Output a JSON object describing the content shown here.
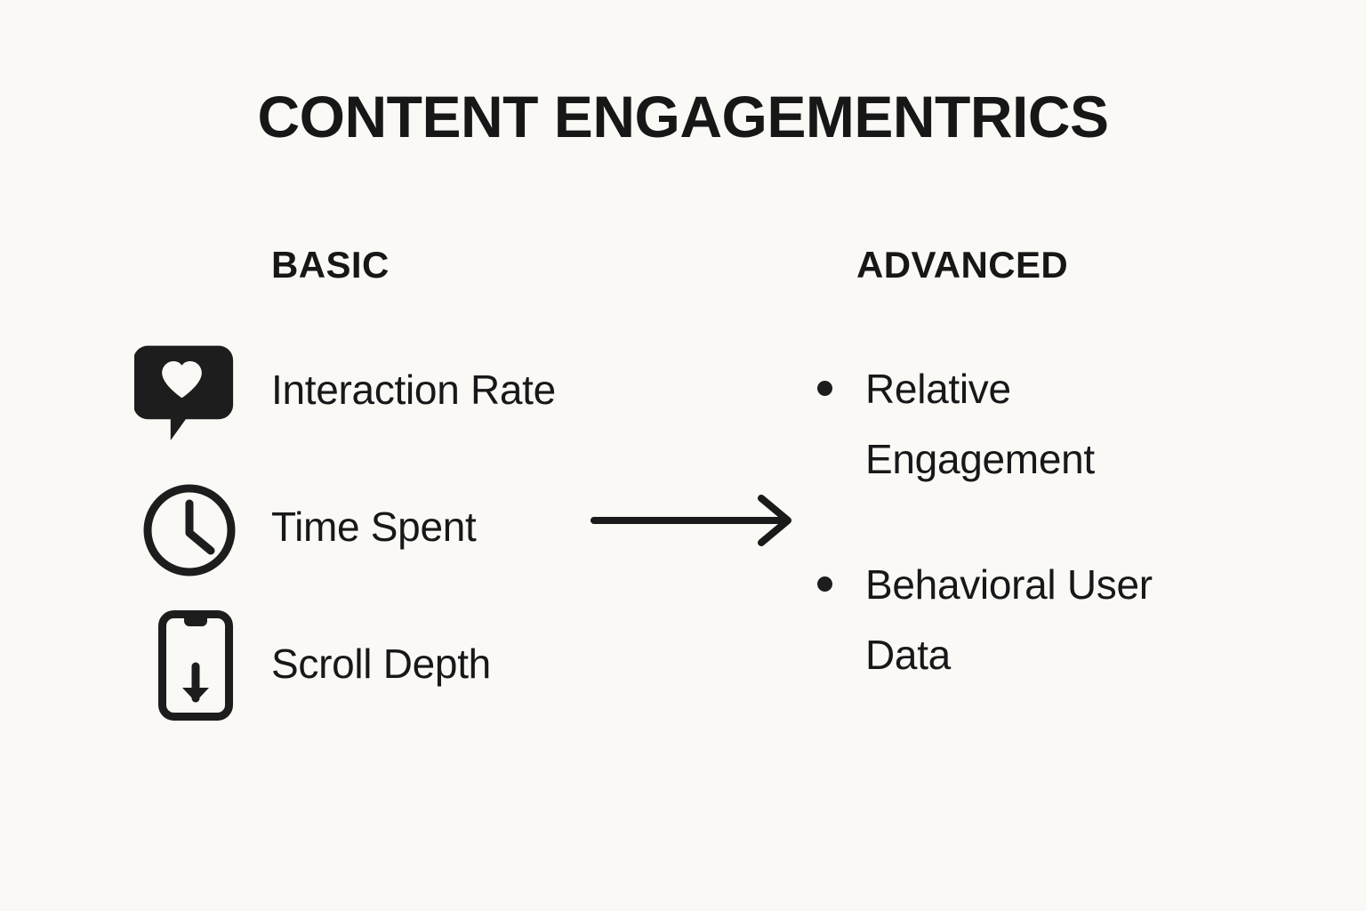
{
  "theme": {
    "background": "#faf9f5",
    "ink": "#1a1a1a",
    "icon": "#1d1d1d"
  },
  "title": "CONTENT ENGAGEMENTRICS",
  "columns": {
    "basic": {
      "heading": "BASIC",
      "items": [
        {
          "icon": "heart-speech-bubble-icon",
          "label": "Interaction Rate"
        },
        {
          "icon": "clock-icon",
          "label": "Time Spent"
        },
        {
          "icon": "phone-scroll-down-icon",
          "label": "Scroll Depth"
        }
      ]
    },
    "advanced": {
      "heading": "ADVANCED",
      "items": [
        {
          "bullet": "•",
          "label": "Relative Engagement"
        },
        {
          "bullet": "•",
          "label": "Behavioral User Data"
        }
      ]
    }
  },
  "connector": {
    "icon": "right-arrow-icon",
    "direction": "right",
    "from": "basic",
    "to": "advanced"
  }
}
